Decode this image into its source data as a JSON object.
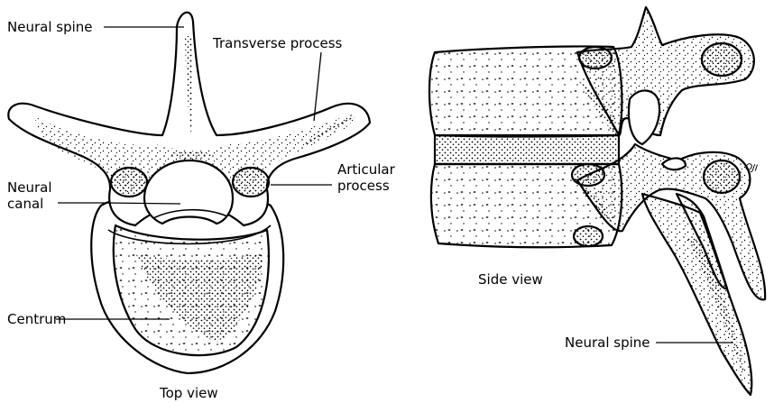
{
  "labels": {
    "neural_spine_top": "Neural spine",
    "transverse_process": "Transverse process",
    "articular_process_1": "Articular",
    "articular_process_2": "process",
    "neural_canal_1": "Neural",
    "neural_canal_2": "canal",
    "centrum": "Centrum",
    "top_view": "Top view",
    "side_view": "Side view",
    "neural_spine_side": "Neural spine",
    "signature": "OJI"
  }
}
